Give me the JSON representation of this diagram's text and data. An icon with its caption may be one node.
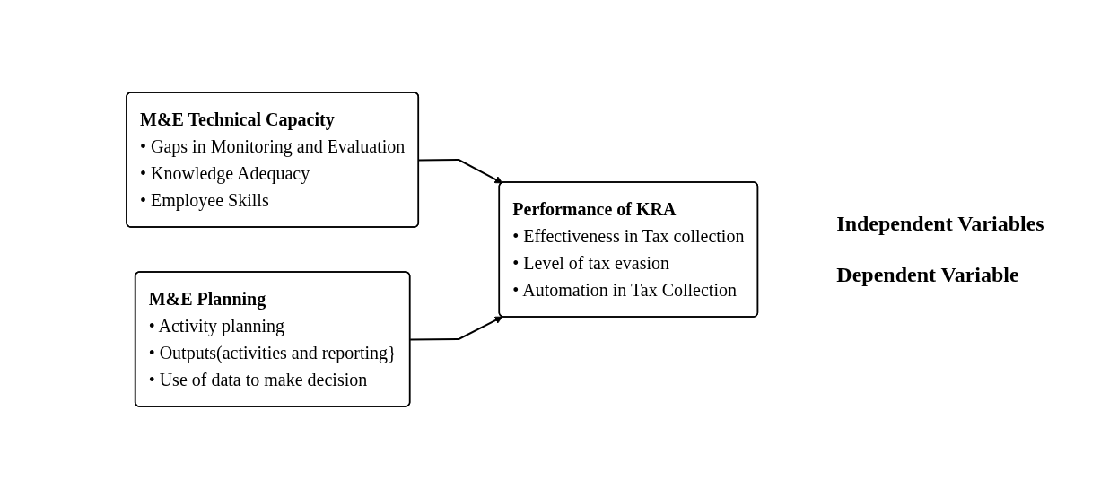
{
  "diagram": {
    "nodes": [
      {
        "text": [
          "M&E Technical Capacity",
          "• Gaps in Monitoring and Evaluation",
          "• Knowledge Adequacy",
          "• Employee Skills"
        ]
      },
      {
        "text": [
          "M&E Planning",
          "• Activity planning",
          "• Outputs(activities and reporting}",
          "• Use of data to make decision"
        ]
      },
      {
        "text": [
          "Performance of KRA",
          "• Effectiveness in Tax collection",
          "• Level of tax evasion",
          "• Automation in Tax Collection"
        ]
      }
    ],
    "edges": [
      {
        "from": 0,
        "to": 2,
        "arrow": "to"
      },
      {
        "from": 1,
        "to": 2,
        "arrow": "to"
      }
    ],
    "labels": [
      "Independent Variables",
      "Dependent Variable"
    ]
  }
}
